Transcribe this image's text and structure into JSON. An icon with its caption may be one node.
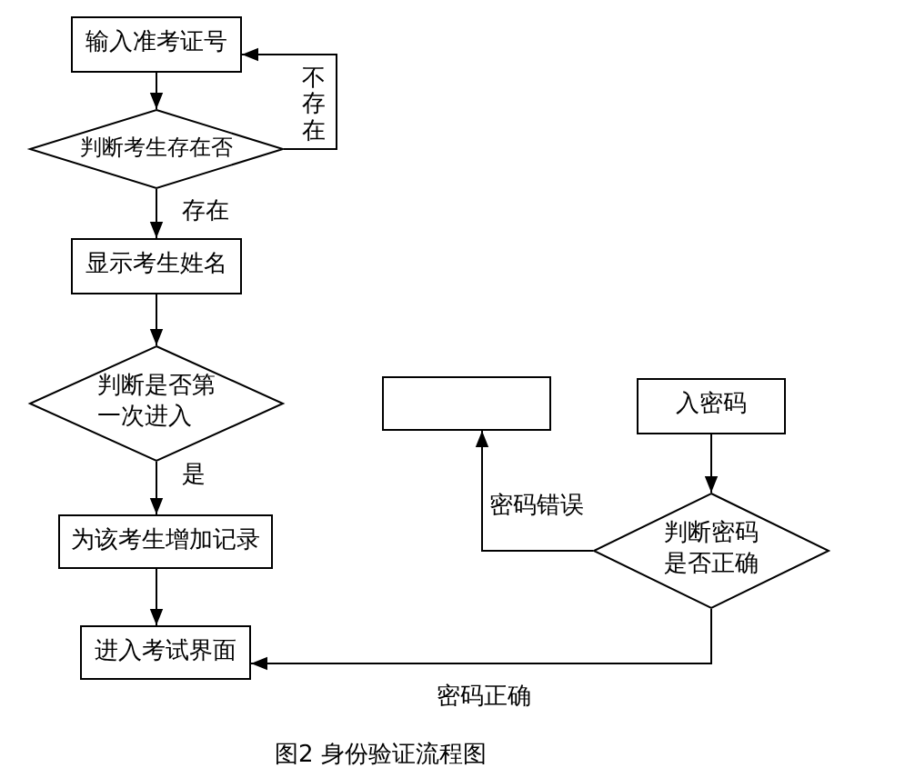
{
  "diagram": {
    "caption": "图2 身份验证流程图",
    "nodes": [
      {
        "text": [
          "输入准考证号"
        ]
      },
      {
        "text": [
          "判断考生存在否"
        ]
      },
      {
        "text": [
          "显示考生姓名"
        ]
      },
      {
        "text": [
          "判断是否第一次进入"
        ]
      },
      {
        "text": [],
        "shape": "box"
      },
      {
        "text": [
          "入密码"
        ]
      },
      {
        "text": [
          "为该考生增加记录"
        ]
      },
      {
        "text": [
          "判断密码是否正确"
        ]
      },
      {
        "text": [
          "进入考试界面"
        ]
      }
    ],
    "edges": [
      {
        "from": 0,
        "to": 1,
        "arrow": "to"
      },
      {
        "from": 1,
        "to": 0,
        "arrow": "to",
        "label": "不存在"
      },
      {
        "from": 1,
        "to": 2,
        "arrow": "to",
        "label": "存在"
      },
      {
        "from": 2,
        "to": 3,
        "arrow": "to"
      },
      {
        "from": 3,
        "to": 6,
        "arrow": "to",
        "label": "是"
      },
      {
        "from": 6,
        "to": 8,
        "arrow": "to"
      },
      {
        "from": 5,
        "to": 7,
        "arrow": "to"
      },
      {
        "from": 7,
        "to": 4,
        "arrow": "to",
        "label": "密码错误"
      },
      {
        "from": 7,
        "to": 8,
        "arrow": "to",
        "label": "密码正确"
      }
    ]
  }
}
